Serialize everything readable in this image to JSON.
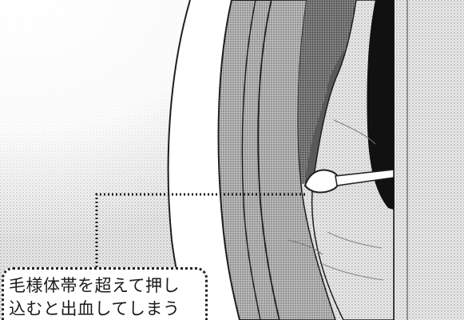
{
  "annotation": {
    "line1": "毛様体帯を超えて押し",
    "line2": "込むと出血してしまう"
  },
  "colors": {
    "background": "#ffffff",
    "halftone_light": "#d6d6d6",
    "halftone_mid": "#a9a9a9",
    "halftone_dark": "#6e6e6e",
    "pupil_black": "#111111",
    "outline": "#1e1e1e"
  },
  "icons": {
    "instrument": "spatula-tip-icon",
    "leader": "dotted-leader-line"
  }
}
